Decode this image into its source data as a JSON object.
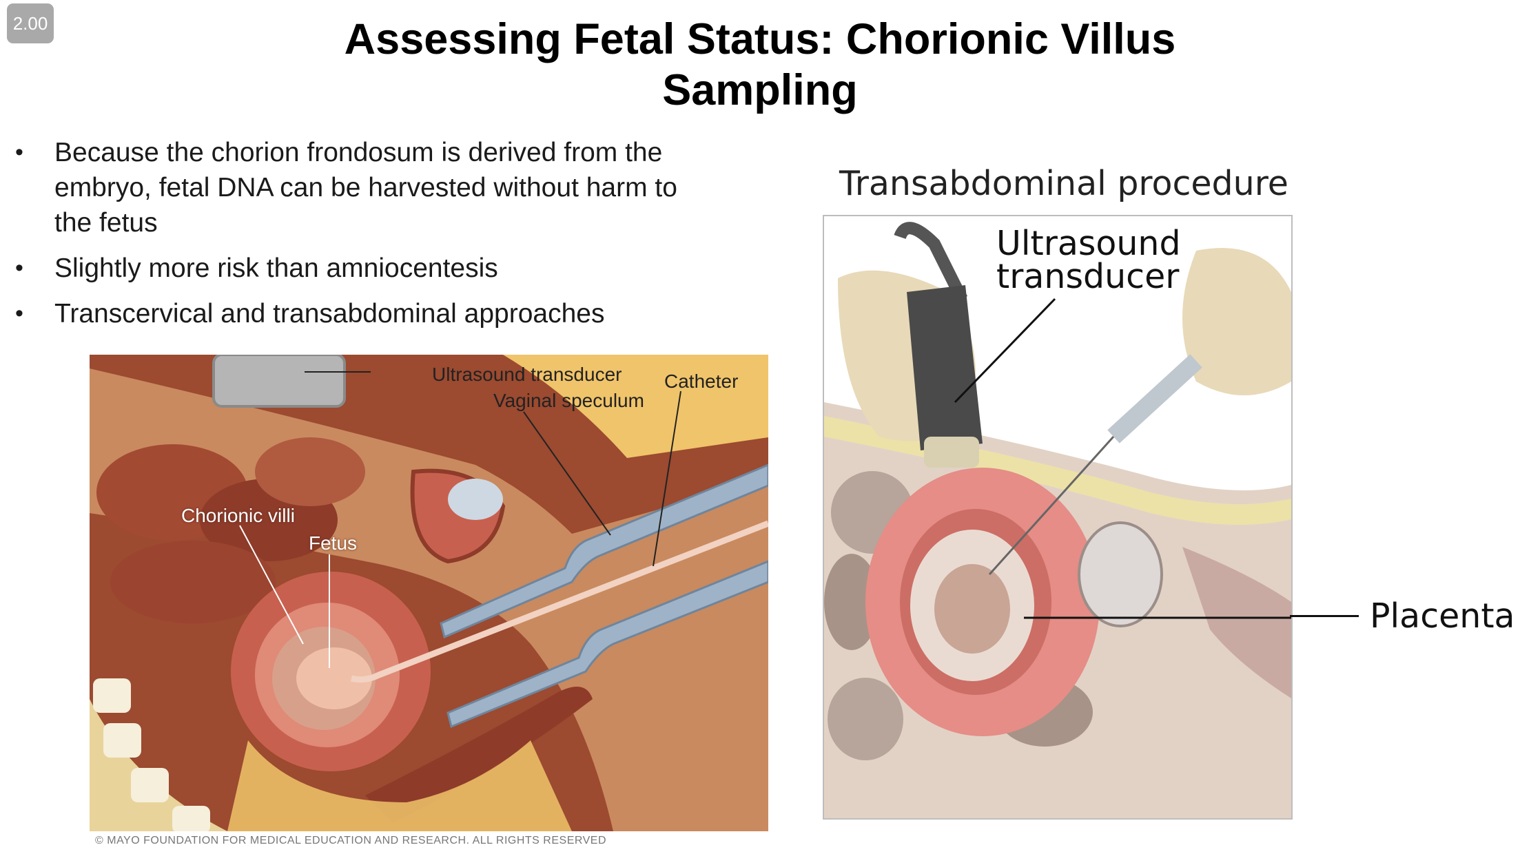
{
  "player": {
    "speed": "2.00"
  },
  "slide": {
    "title": "Assessing Fetal Status: Chorionic Villus Sampling",
    "bullets": [
      "Because the chorion frondosum is derived from the embryo, fetal DNA can be harvested without harm to the fetus",
      "Slightly more risk than amniocentesis",
      "Transcervical and transabdominal approaches"
    ]
  },
  "left_figure": {
    "labels": {
      "ultrasound_transducer": "Ultrasound transducer",
      "catheter": "Catheter",
      "vaginal_speculum": "Vaginal speculum",
      "chorionic_villi": "Chorionic villi",
      "fetus": "Fetus"
    },
    "copyright": "© MAYO FOUNDATION FOR MEDICAL EDUCATION AND RESEARCH. ALL RIGHTS RESERVED"
  },
  "right_figure": {
    "title": "Transabdominal procedure",
    "labels": {
      "ultrasound_line1": "Ultrasound",
      "ultrasound_line2": "transducer",
      "placenta": "Placenta"
    }
  },
  "colors": {
    "flesh": "#c98a5f",
    "fat": "#e9b95a",
    "uterus": "#c8604f",
    "organ": "#8e3b2a",
    "bone": "#e8d39a",
    "instrument": "#9fb3c8"
  }
}
